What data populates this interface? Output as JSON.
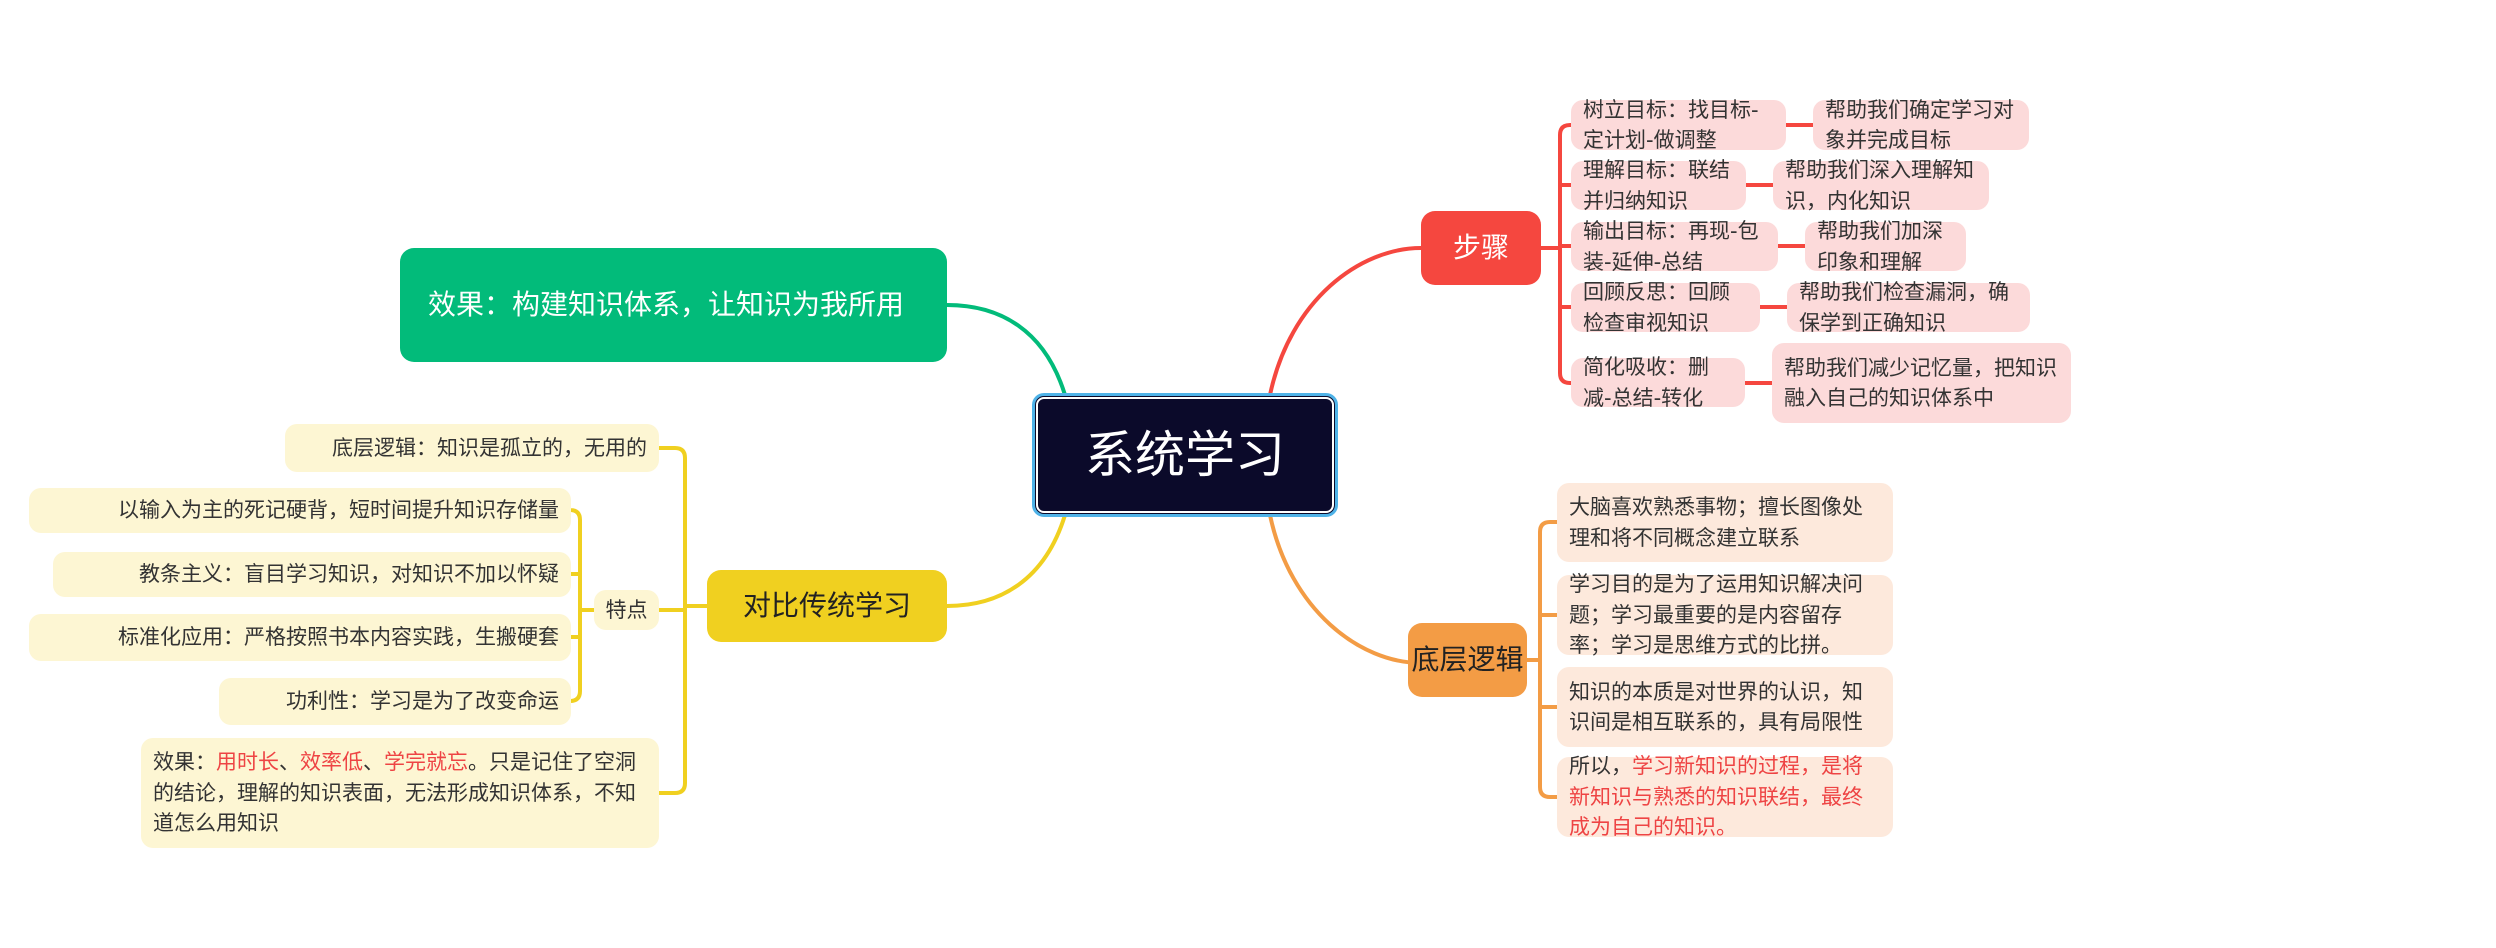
{
  "central": "系统学习",
  "effect": "效果：构建知识体系，让知识为我所用",
  "steps": {
    "label": "步骤",
    "items": [
      {
        "step": "树立目标：找目标-定计划-做调整",
        "benefit": "帮助我们确定学习对象并完成目标"
      },
      {
        "step": "理解目标：联结并归纳知识",
        "benefit": "帮助我们深入理解知识，内化知识"
      },
      {
        "step": "输出目标：再现-包装-延伸-总结",
        "benefit": "帮助我们加深印象和理解"
      },
      {
        "step": "回顾反思：回顾检查审视知识",
        "benefit": "帮助我们检查漏洞，确保学到正确知识"
      },
      {
        "step": "简化吸收：删减-总结-转化",
        "benefit": "帮助我们减少记忆量，把知识融入自己的知识体系中"
      }
    ]
  },
  "logic": {
    "label": "底层逻辑",
    "items": [
      "大脑喜欢熟悉事物；擅长图像处理和将不同概念建立联系",
      "学习目的是为了运用知识解决问题；学习最重要的是内容留存率；学习是思维方式的比拼。",
      "知识的本质是对世界的认识，知识间是相互联系的，具有局限性"
    ],
    "conclusion": {
      "prefix": "所以，",
      "highlight": "学习新知识的过程，是将新知识与熟悉的知识联结，最终成为自己的知识。"
    }
  },
  "traditional": {
    "label": "对比传统学习",
    "logic": "底层逻辑：知识是孤立的，无用的",
    "features_label": "特点",
    "features": [
      "以输入为主的死记硬背，短时间提升知识存储量",
      "教条主义：盲目学习知识，对知识不加以怀疑",
      "标准化应用：严格按照书本内容实践，生搬硬套",
      "功利性：学习是为了改变命运"
    ],
    "effect": {
      "prefix": "效果：",
      "h1": "用时长",
      "sep1": "、",
      "h2": "效率低",
      "sep2": "、",
      "h3": "学完就忘",
      "rest": "。只是记住了空洞的结论，理解的知识表面，无法形成知识体系，不知道怎么用知识"
    }
  },
  "colors": {
    "steps": "#f5473f",
    "logic": "#f39c45",
    "traditional": "#f0d020",
    "effect": "#02bb7a",
    "central": "#0b0a2a",
    "highlight": "#ee4444"
  }
}
